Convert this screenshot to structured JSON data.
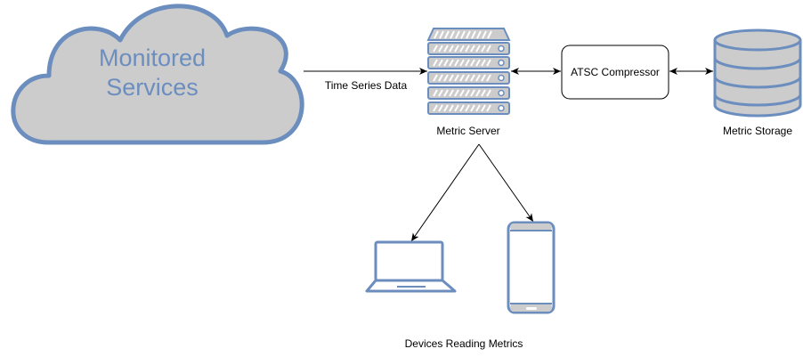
{
  "nodes": {
    "cloud": {
      "label_line1": "Monitored",
      "label_line2": "Services",
      "icon": "cloud-icon"
    },
    "server": {
      "label": "Metric Server",
      "icon": "server-icon"
    },
    "compressor": {
      "label": "ATSC Compressor"
    },
    "storage": {
      "label": "Metric Storage",
      "icon": "database-icon"
    },
    "laptop": {
      "icon": "laptop-icon"
    },
    "phone": {
      "icon": "smartphone-icon"
    },
    "devices": {
      "label": "Devices Reading Metrics"
    }
  },
  "edges": {
    "cloud_to_server": {
      "label": "Time Series Data"
    }
  },
  "colors": {
    "icon_stroke": "#6c8ebf",
    "icon_fill": "#cccccc",
    "line": "#000000",
    "text": "#000000",
    "background": "#ffffff"
  }
}
